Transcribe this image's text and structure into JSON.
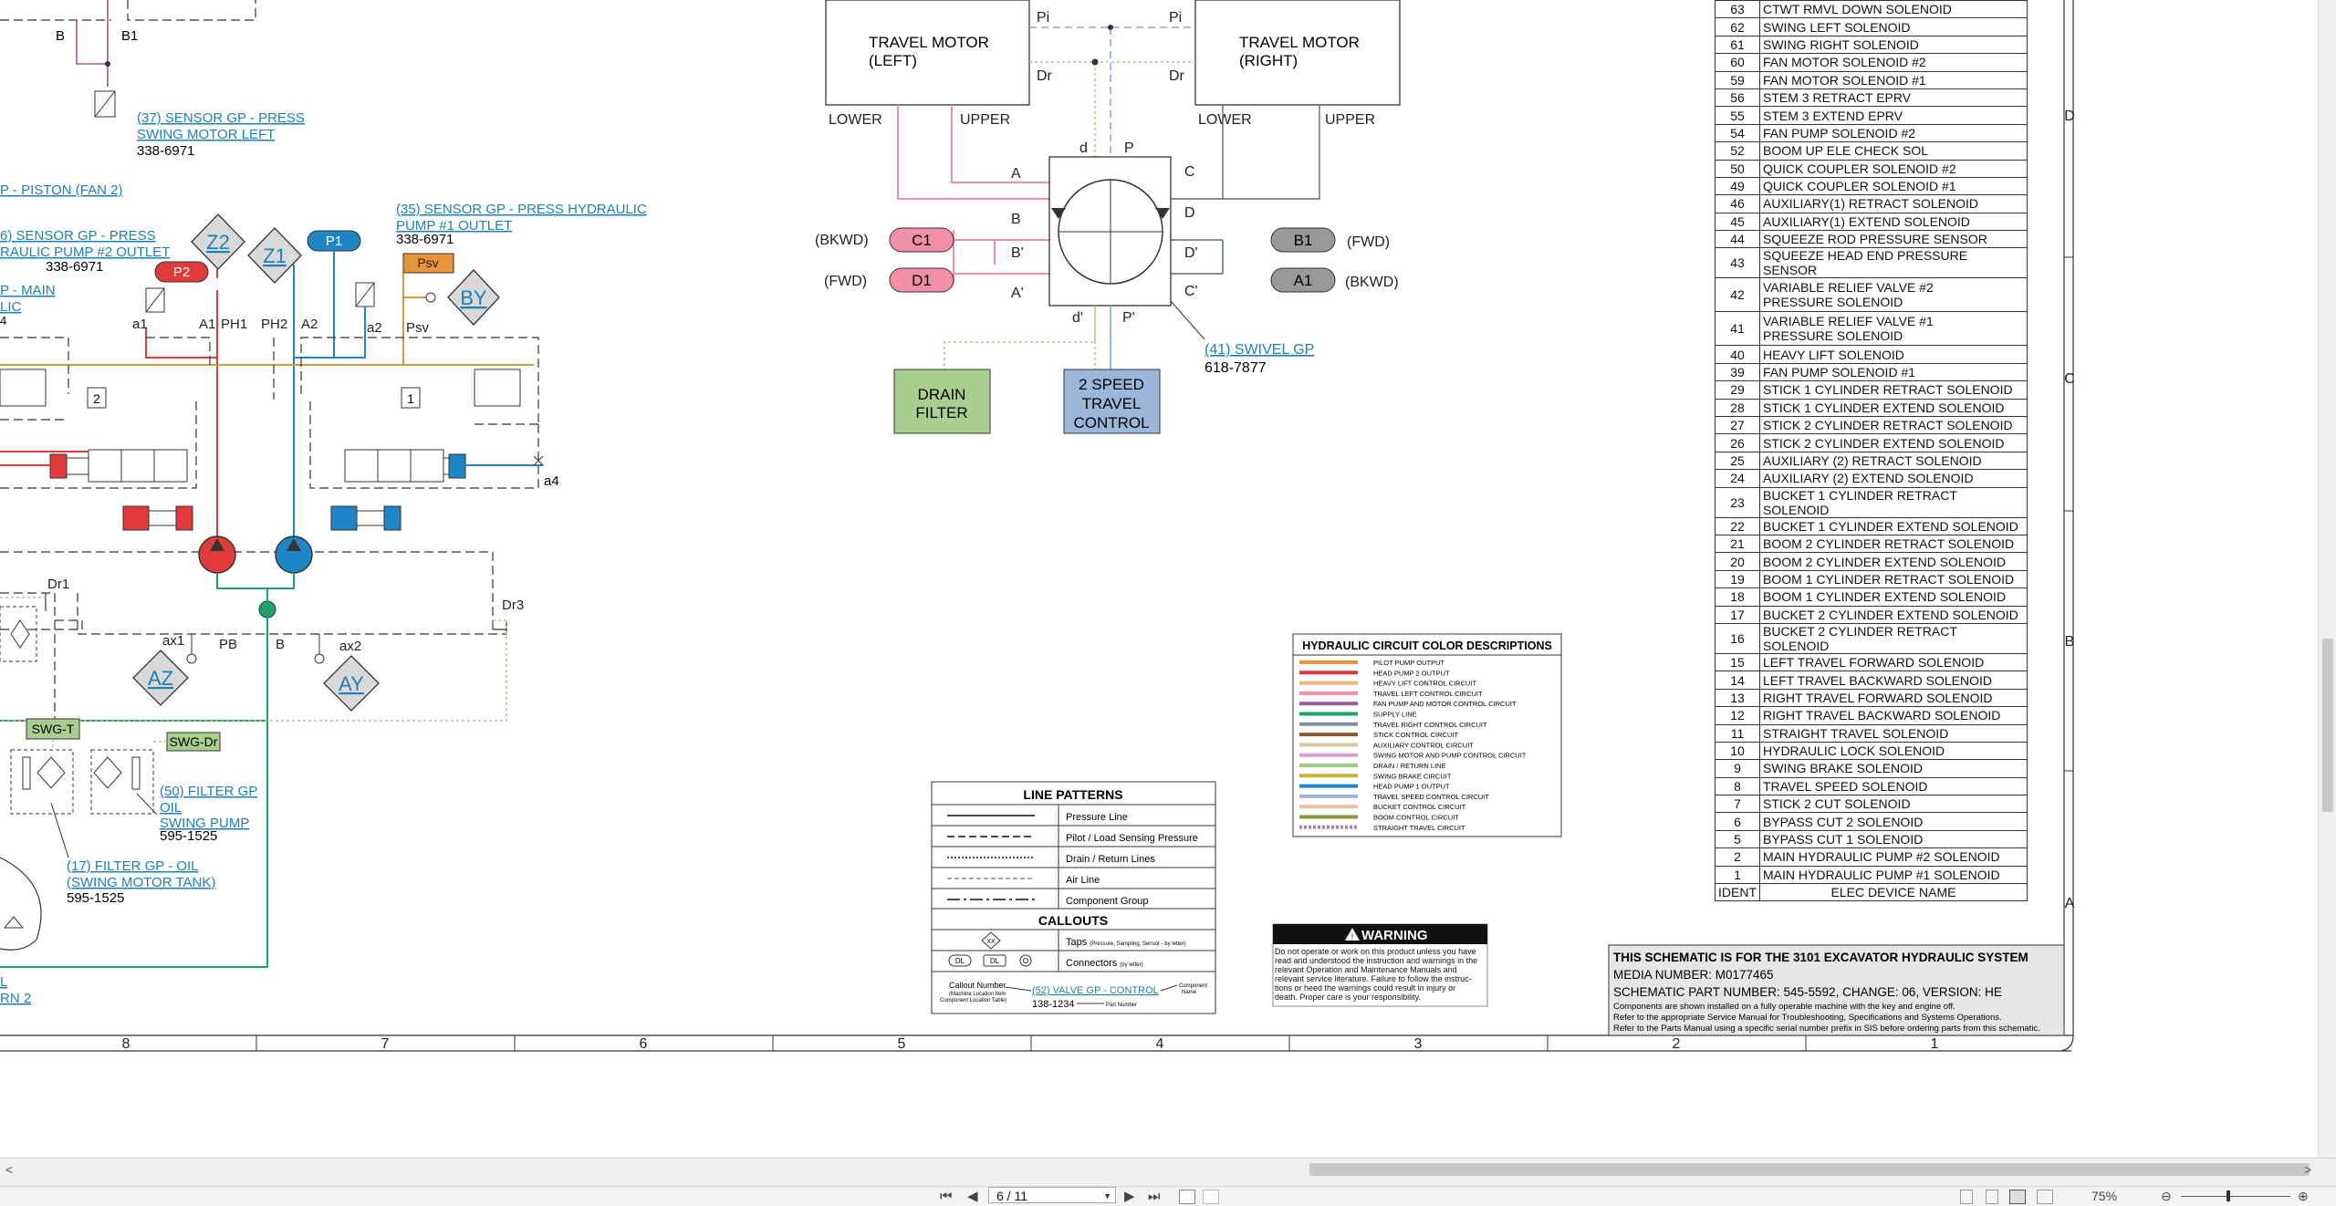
{
  "schematic": {
    "travel_motor_left": "TRAVEL MOTOR\n(LEFT)",
    "travel_motor_right": "TRAVEL MOTOR\n(RIGHT)",
    "port_pi": "Pi",
    "port_dr": "Dr",
    "lower": "LOWER",
    "upper": "UPPER",
    "port_d": "d",
    "port_p": "P",
    "port_a": "A",
    "port_b": "B",
    "port_bp": "B'",
    "port_ap": "A'",
    "port_c": "C",
    "port_dd": "D",
    "port_dp": "D'",
    "port_cp": "C'",
    "port_dprime": "d'",
    "port_pprime": "P'",
    "bkwd": "(BKWD)",
    "fwd": "(FWD)",
    "c1": "C1",
    "d1": "D1",
    "b1": "B1",
    "a1": "A1",
    "swivel_link": "(41) SWIVEL GP",
    "swivel_part": "618-7877",
    "drain_filter": "DRAIN\nFILTER",
    "two_speed": "2 SPEED\nTRAVEL\nCONTROL",
    "sensor37_l1": "(37) SENSOR GP - PRESS",
    "sensor37_l2": "SWING MOTOR LEFT",
    "sensor37_part": "338-6971",
    "piston_fan": "P - PISTON (FAN 2)",
    "sensor36_l1": "6) SENSOR GP - PRESS",
    "sensor36_l2": "RAULIC PUMP #2 OUTLET",
    "sensor36_part": "338-6971",
    "sensor35_l1": "(35) SENSOR GP - PRESS HYDRAULIC",
    "sensor35_l2": "PUMP #1 OUTLET",
    "sensor35_part": "338-6971",
    "main_l1": "P - MAIN",
    "main_l2": "LIC",
    "z2": "Z2",
    "z1": "Z1",
    "p1": "P1",
    "p2": "P2",
    "psv": "Psv",
    "by": "BY",
    "az": "AZ",
    "ay": "AY",
    "lbl_b": "B",
    "lbl_b1": "B1",
    "lbl_a1": "a1",
    "lbl_A1": "A1",
    "lbl_ph1": "PH1",
    "lbl_ph2": "PH2",
    "lbl_a2": "A2",
    "lbl_a2s": "a2",
    "lbl_psv": "Psv",
    "lbl_a4": "a4",
    "lbl_dr1": "Dr1",
    "lbl_dr3": "Dr3",
    "lbl_ax1": "ax1",
    "lbl_pb": "PB",
    "lbl_B": "B",
    "lbl_ax2": "ax2",
    "num_2": "2",
    "num_1": "1",
    "lbl_4": "4",
    "swg_t": "SWG-T",
    "swg_dr": "SWG-Dr",
    "filter50_l1": "(50) FILTER GP",
    "filter50_l2": "OIL",
    "filter50_l3": "SWING PUMP",
    "filter50_part": "595-1525",
    "filter17_l1": "(17) FILTER GP - OIL",
    "filter17_l2": "(SWING MOTOR TANK)",
    "filter17_part": "595-1525",
    "frag_l": "L",
    "frag_rn2": "RN 2"
  },
  "line_patterns": {
    "title": "LINE PATTERNS",
    "rows": [
      "Pressure Line",
      "Pilot / Load Sensing Pressure",
      "Drain / Return Lines",
      "Air Line",
      "Component Group"
    ],
    "callouts_title": "CALLOUTS",
    "taps": "Taps",
    "taps_note": "(Pressure, Sampling, Sensor - by letter)",
    "connectors": "Connectors",
    "connectors_note": "(by letter)",
    "tap_symbol": "XX",
    "dl": "DL",
    "callout_number": "Callout Number",
    "callout_note1": "(Machine Location Item",
    "callout_note2": "Component Location Table)",
    "callout_example": "(52) VALVE GP - CONTROL",
    "component_name1": "Component",
    "component_name2": "Name",
    "part_example": "138-1234",
    "part_number": "Part Number"
  },
  "color_legend": {
    "title": "HYDRAULIC CIRCUIT COLOR DESCRIPTIONS",
    "items": [
      {
        "label": "PILOT PUMP OUTPUT",
        "color": "#e8943a"
      },
      {
        "label": "HEAD PUMP 2 OUTPUT",
        "color": "#e03a3a"
      },
      {
        "label": "HEAVY LIFT CONTROL CIRCUIT",
        "color": "#f2b27a"
      },
      {
        "label": "TRAVEL LEFT CONTROL CIRCUIT",
        "color": "#f08fa8"
      },
      {
        "label": "FAN PUMP AND MOTOR CONTROL CIRCUIT",
        "color": "#9b5aa0"
      },
      {
        "label": "SUPPLY LINE",
        "color": "#1ea36a"
      },
      {
        "label": "TRAVEL RIGHT CONTROL CIRCUIT",
        "color": "#7f8fa6"
      },
      {
        "label": "STICK CONTROL CIRCUIT",
        "color": "#8a5a2b"
      },
      {
        "label": "AUXILIARY CONTROL CIRCUIT",
        "color": "#d7c8a0"
      },
      {
        "label": "SWING MOTOR AND PUMP CONTROL CIRCUIT",
        "color": "#d8a0cf"
      },
      {
        "label": "DRAIN / RETURN LINE",
        "color": "#a6c98a"
      },
      {
        "label": "SWING BRAKE CIRCUIT",
        "color": "#c9b33a"
      },
      {
        "label": "HEAD PUMP 1 OUTPUT",
        "color": "#1f86c6"
      },
      {
        "label": "TRAVEL SPEED CONTROL CIRCUIT",
        "color": "#9ab6d8"
      },
      {
        "label": "BUCKET CONTROL CIRCUIT",
        "color": "#e6c0a0"
      },
      {
        "label": "BOOM CONTROL CIRCUIT",
        "color": "#8a9a3a"
      },
      {
        "label": "STRAIGHT TRAVEL CIRCUIT",
        "color": "#b07ad0"
      }
    ]
  },
  "warning": {
    "title": "WARNING",
    "text": [
      "Do not operate or work on this product unless you have",
      "read and understood the instruction and warnings in the",
      "relevant Operation and Maintenance Manuals and",
      "relevant service literature. Failure to follow the instruc-",
      "tions or heed the warnings could result in injury or",
      "death. Proper care is your responsibility."
    ]
  },
  "title_block": {
    "line1": "THIS SCHEMATIC IS FOR THE 3101 EXCAVATOR HYDRAULIC SYSTEM",
    "line2": "MEDIA NUMBER: M0177465",
    "line3": "SCHEMATIC PART NUMBER: 545-5592, CHANGE: 06, VERSION: HE",
    "line4": "Components are shown installed on a fully operable machine with the key and engine off.",
    "line5": "Refer to the appropriate Service Manual for Troubleshooting, Specifications and Systems Operations.",
    "line6": "Refer to the Parts Manual using a specific serial number prefix in SIS before ordering parts from this schematic."
  },
  "device_table": {
    "rows": [
      {
        "id": "63",
        "name": "CTWT RMVL DOWN SOLENOID"
      },
      {
        "id": "62",
        "name": "SWING LEFT SOLENOID"
      },
      {
        "id": "61",
        "name": "SWING RIGHT SOLENOID"
      },
      {
        "id": "60",
        "name": "FAN MOTOR SOLENOID #2"
      },
      {
        "id": "59",
        "name": "FAN MOTOR SOLENOID #1"
      },
      {
        "id": "56",
        "name": "STEM 3 RETRACT EPRV"
      },
      {
        "id": "55",
        "name": "STEM 3 EXTEND EPRV"
      },
      {
        "id": "54",
        "name": "FAN PUMP SOLENOID #2"
      },
      {
        "id": "52",
        "name": "BOOM UP ELE CHECK SOL"
      },
      {
        "id": "50",
        "name": "QUICK COUPLER SOLENOID #2"
      },
      {
        "id": "49",
        "name": "QUICK COUPLER SOLENOID #1"
      },
      {
        "id": "46",
        "name": "AUXILIARY(1) RETRACT SOLENOID"
      },
      {
        "id": "45",
        "name": "AUXILIARY(1) EXTEND SOLENOID"
      },
      {
        "id": "44",
        "name": "SQUEEZE ROD PRESSURE SENSOR"
      },
      {
        "id": "43",
        "name": "SQUEEZE HEAD END PRESSURE SENSOR"
      },
      {
        "id": "42",
        "name": "VARIABLE RELIEF VALVE #2\nPRESSURE SOLENOID",
        "tall": true
      },
      {
        "id": "41",
        "name": "VARIABLE RELIEF VALVE #1\nPRESSURE SOLENOID",
        "tall": true
      },
      {
        "id": "40",
        "name": "HEAVY LIFT SOLENOID"
      },
      {
        "id": "39",
        "name": "FAN PUMP SOLENOID #1"
      },
      {
        "id": "29",
        "name": "STICK 1 CYLINDER RETRACT SOLENOID"
      },
      {
        "id": "28",
        "name": "STICK 1 CYLINDER EXTEND SOLENOID"
      },
      {
        "id": "27",
        "name": "STICK 2 CYLINDER RETRACT SOLENOID"
      },
      {
        "id": "26",
        "name": "STICK 2 CYLINDER EXTEND SOLENOID"
      },
      {
        "id": "25",
        "name": "AUXILIARY (2) RETRACT SOLENOID"
      },
      {
        "id": "24",
        "name": "AUXILIARY (2) EXTEND SOLENOID"
      },
      {
        "id": "23",
        "name": "BUCKET 1 CYLINDER RETRACT SOLENOID"
      },
      {
        "id": "22",
        "name": "BUCKET 1 CYLINDER EXTEND SOLENOID"
      },
      {
        "id": "21",
        "name": "BOOM 2 CYLINDER RETRACT SOLENOID"
      },
      {
        "id": "20",
        "name": "BOOM 2 CYLINDER EXTEND SOLENOID"
      },
      {
        "id": "19",
        "name": "BOOM 1 CYLINDER RETRACT SOLENOID"
      },
      {
        "id": "18",
        "name": "BOOM 1 CYLINDER EXTEND SOLENOID"
      },
      {
        "id": "17",
        "name": "BUCKET 2 CYLINDER EXTEND SOLENOID"
      },
      {
        "id": "16",
        "name": "BUCKET 2 CYLINDER RETRACT SOLENOID"
      },
      {
        "id": "15",
        "name": "LEFT TRAVEL FORWARD SOLENOID"
      },
      {
        "id": "14",
        "name": "LEFT TRAVEL BACKWARD SOLENOID"
      },
      {
        "id": "13",
        "name": "RIGHT TRAVEL FORWARD SOLENOID"
      },
      {
        "id": "12",
        "name": "RIGHT TRAVEL BACKWARD SOLENOID"
      },
      {
        "id": "11",
        "name": "STRAIGHT TRAVEL SOLENOID"
      },
      {
        "id": "10",
        "name": "HYDRAULIC LOCK SOLENOID"
      },
      {
        "id": "9",
        "name": "SWING BRAKE SOLENOID"
      },
      {
        "id": "8",
        "name": "TRAVEL SPEED SOLENOID"
      },
      {
        "id": "7",
        "name": "STICK 2 CUT SOLENOID"
      },
      {
        "id": "6",
        "name": "BYPASS CUT 2 SOLENOID"
      },
      {
        "id": "5",
        "name": "BYPASS CUT 1 SOLENOID"
      },
      {
        "id": "2",
        "name": "MAIN HYDRAULIC PUMP #2 SOLENOID"
      },
      {
        "id": "1",
        "name": "MAIN HYDRAULIC PUMP #1 SOLENOID"
      }
    ],
    "header_id": "IDENT",
    "header_name": "ELEC DEVICE NAME"
  },
  "grid": {
    "columns": [
      "8",
      "7",
      "6",
      "5",
      "4",
      "3",
      "2",
      "1"
    ],
    "rows": [
      "D",
      "C",
      "B",
      "A"
    ]
  },
  "toolbar": {
    "page": "6 / 11",
    "zoom": "75%",
    "first_page": "⏮",
    "prev_page": "◀",
    "next_page": "▶",
    "last_page": "⏭",
    "zoom_out": "⊖",
    "zoom_in": "⊕",
    "scroll_left": "<",
    "scroll_right": ">"
  }
}
